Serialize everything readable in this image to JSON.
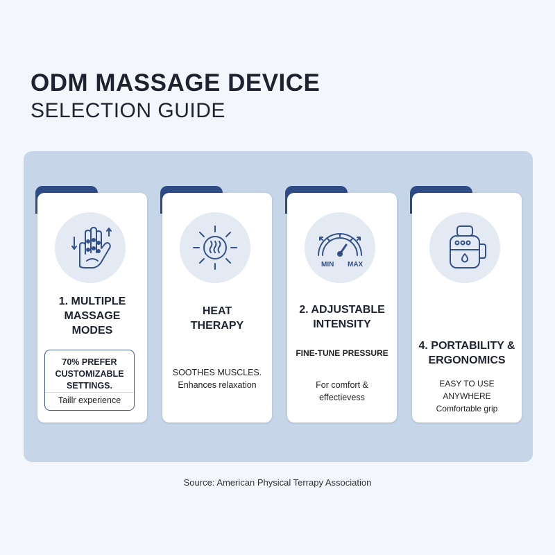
{
  "header": {
    "title": "ODM MASSAGE DEVICE",
    "subtitle": "SELECTION GUIDE"
  },
  "cards": [
    {
      "icon": "hand-massage-icon",
      "title_lines": [
        "1. MULTIPLE",
        "MASSAGE",
        "MODES"
      ],
      "stat_lines": [
        "70% PREFER",
        "CUSTOMIZABLE",
        "SETTINGS."
      ],
      "stat_sub": "Taillr experience"
    },
    {
      "icon": "heat-sun-icon",
      "title_lines": [
        "HEAT",
        "THERAPY"
      ],
      "body_lines": [
        "SOOTHES MUSCLES.",
        "Enhances relaxation"
      ]
    },
    {
      "icon": "intensity-gauge-icon",
      "gauge_min": "MIN",
      "gauge_max": "MAX",
      "title_lines": [
        "2. ADJUSTABLE",
        "INTENSITY"
      ],
      "emphasis": "FINE-TUNE PRESSURE",
      "body_lines": [
        "For comfort &",
        "effectievess"
      ]
    },
    {
      "icon": "portable-device-icon",
      "title_lines": [
        "4. PORTABILITY &",
        "ERGONOMICS"
      ],
      "body_lines": [
        "EASY TO USE ANYWHERE",
        "Comfortable grip"
      ]
    }
  ],
  "footer": {
    "source": "Source: American Physical Terrapy Association"
  },
  "colors": {
    "panel": "#c6d5e8",
    "accent_tab": "#2f4b86",
    "icon_stroke": "#34508a",
    "icon_bg": "#e3eaf4"
  }
}
